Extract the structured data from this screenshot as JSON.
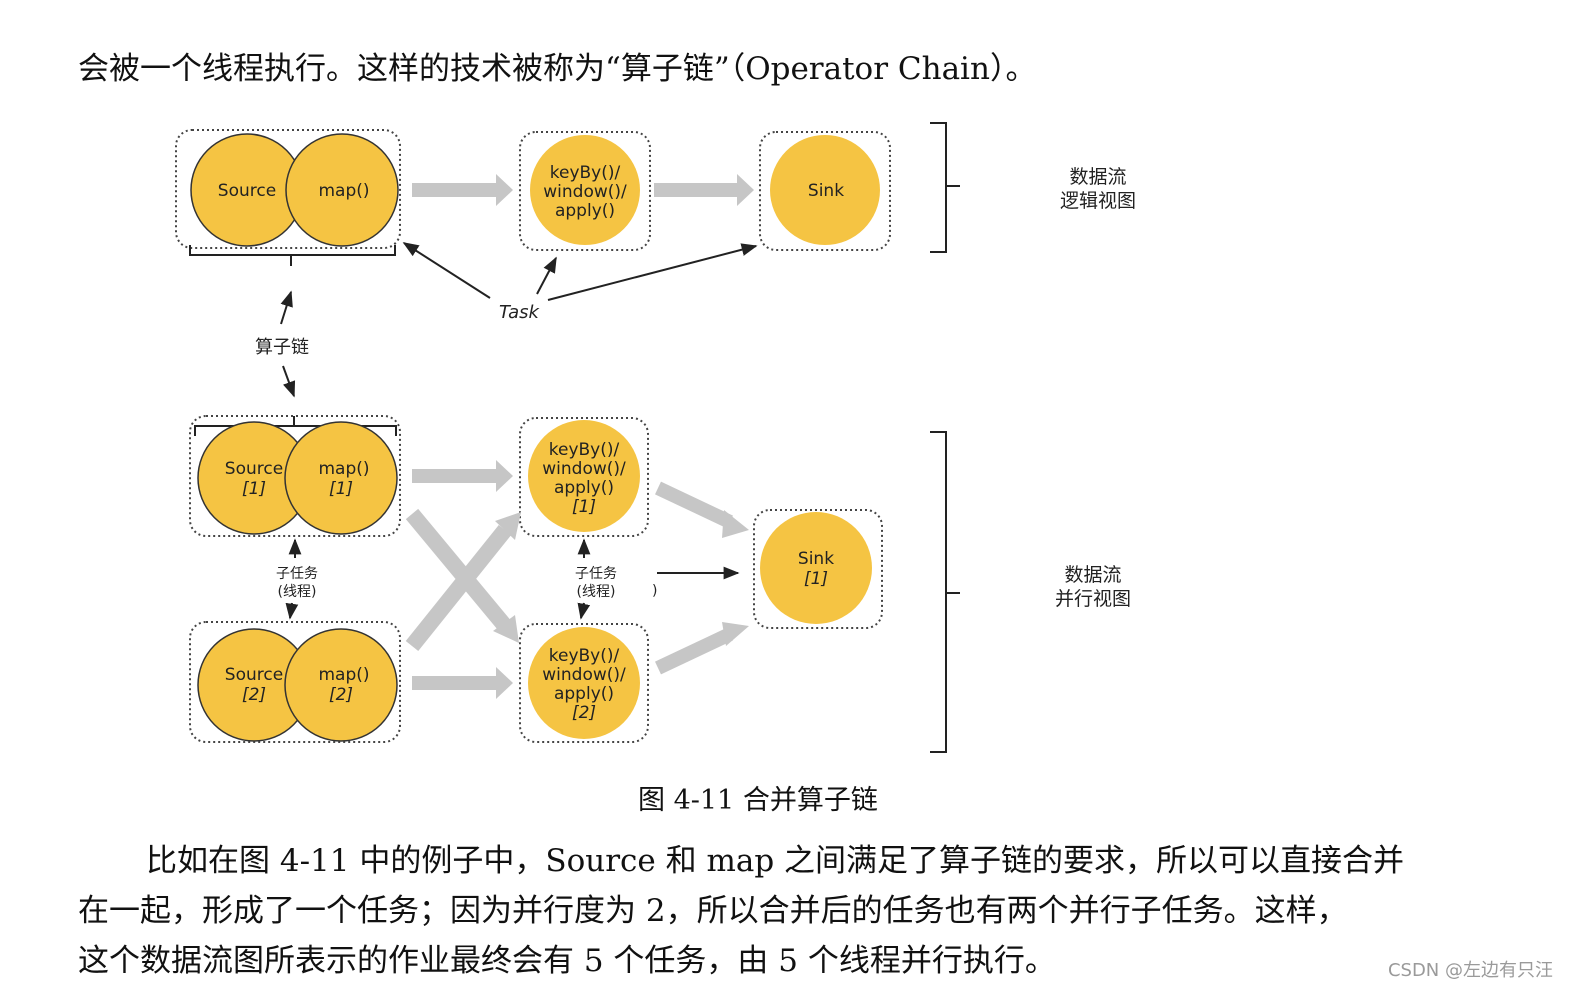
{
  "paragraph_top": "会被一个线程执行。这样的技术被称为“算子链”（Operator Chain）。",
  "figure": {
    "logical": {
      "source": "Source",
      "map": "map()",
      "keyby_lines": [
        "keyBy()/",
        "window()/",
        "apply()"
      ],
      "sink": "Sink",
      "task": "Task",
      "chain_label": "算子链",
      "side_label_lines": [
        "数据流",
        "逻辑视图"
      ]
    },
    "parallel": {
      "source_1": "Source",
      "source_1_idx": "[1]",
      "map_1": "map()",
      "map_1_idx": "[1]",
      "source_2": "Source",
      "source_2_idx": "[2]",
      "map_2": "map()",
      "map_2_idx": "[2]",
      "keyby_1_lines": [
        "keyBy()/",
        "window()/",
        "apply()",
        "[1]"
      ],
      "keyby_2_lines": [
        "keyBy()/",
        "window()/",
        "apply()",
        "[2]"
      ],
      "sink": "Sink",
      "sink_idx": "[1]",
      "subtask_lines": [
        "子任务",
        "(线程)"
      ],
      "paren": ")",
      "side_label_lines": [
        "数据流",
        "并行视图"
      ]
    },
    "colors": {
      "operator_fill": "#F5C443",
      "arrow_gray": "#C6C6C6",
      "border": "#444444"
    }
  },
  "caption": "图 4-11 合并算子链",
  "paragraph_body": [
    "比如在图 4-11 中的例子中，Source 和 map 之间满足了算子链的要求，所以可以直接合并",
    "在一起，形成了一个任务；因为并行度为 2，所以合并后的任务也有两个并行子任务。这样，",
    "这个数据流图所表示的作业最终会有 5 个任务，由 5 个线程并行执行。"
  ],
  "watermark": "CSDN @左边有只汪"
}
